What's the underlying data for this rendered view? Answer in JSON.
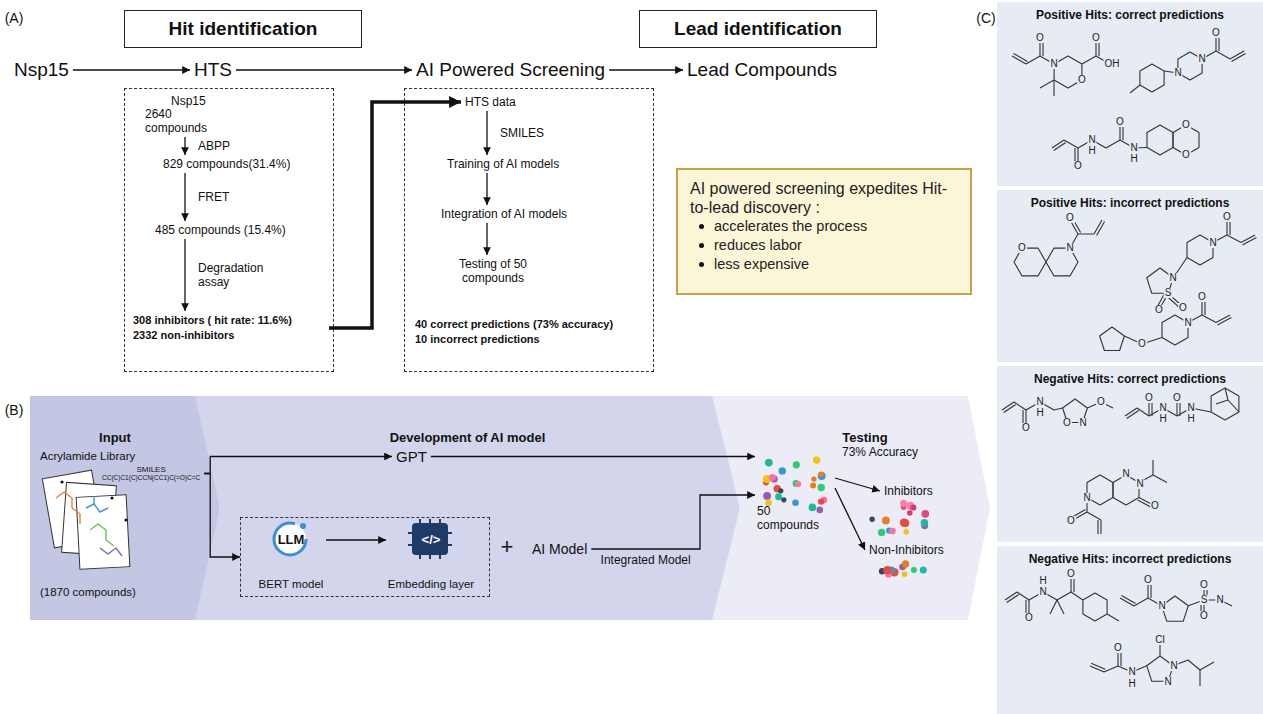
{
  "diagram": {
    "nodes": [
      {
        "text": [
          "Hit identification"
        ]
      },
      {
        "text": [
          "Lead identification"
        ]
      },
      {
        "text": [
          "Nsp15"
        ]
      },
      {
        "text": [
          "HTS"
        ]
      },
      {
        "text": [
          "AI Powered Screening"
        ]
      },
      {
        "text": [
          "Lead Compounds"
        ]
      },
      {
        "text": []
      },
      {
        "text": [
          "Nsp15"
        ],
        "in": 6
      },
      {
        "text": [
          "2640 compounds"
        ],
        "in": 6
      },
      {
        "text": [
          "829 compounds(31.4%)"
        ],
        "in": 6
      },
      {
        "text": [
          "485 compounds (15.4%)"
        ],
        "in": 6
      },
      {
        "text": [
          "308 inhibitors ( hit rate: 11.6%)",
          "2332 non-inhibitors"
        ],
        "in": 6
      },
      {
        "text": []
      },
      {
        "text": [
          "HTS data"
        ],
        "in": 12
      },
      {
        "text": [
          "Training of AI models"
        ],
        "in": 12
      },
      {
        "text": [
          "Integration of AI models"
        ],
        "in": 12
      },
      {
        "text": [
          "Testing of 50 compounds"
        ],
        "in": 12
      },
      {
        "text": [
          "40 correct predictions (73% accuracy)",
          "10 incorrect predictions"
        ],
        "in": 12
      },
      {
        "text": [
          "AI powered screening expedites Hit-to-lead discovery :",
          "accelerates the process",
          "reduces labor",
          "less expensive"
        ]
      },
      {
        "text": [
          "Input"
        ]
      },
      {
        "text": [
          "Acrylamide Library",
          "(1870 compounds)"
        ],
        "in": 19
      },
      {
        "text": [
          "SMILES",
          "CC(C)C1(C)CCN(CC1)C(=O)C=C"
        ],
        "in": 19
      },
      {
        "text": [
          "Development of AI model"
        ]
      },
      {
        "text": [
          "GPT"
        ],
        "in": 22
      },
      {
        "text": [],
        "in": 22
      },
      {
        "text": [
          "LLM",
          "BERT model"
        ],
        "in": 24
      },
      {
        "text": [
          "</>",
          "Embedding layer"
        ],
        "in": 24
      },
      {
        "text": [
          "AI Model"
        ],
        "in": 22
      },
      {
        "text": [
          "Testing"
        ]
      },
      {
        "text": [
          "50 compounds"
        ],
        "in": 28
      },
      {
        "text": [
          "Inhibitors"
        ],
        "in": 28
      },
      {
        "text": [
          "Non-Inhibitors"
        ],
        "in": 28
      },
      {
        "text": [
          "Positive Hits: correct predictions"
        ]
      },
      {
        "text": [
          "Positive Hits: incorrect predictions"
        ]
      },
      {
        "text": [
          "Negative Hits: correct predictions"
        ]
      },
      {
        "text": [
          "Negative Hits: incorrect predictions"
        ]
      }
    ],
    "edges": [
      {
        "from": 2,
        "to": 3,
        "arrow": "to"
      },
      {
        "from": 3,
        "to": 4,
        "arrow": "to"
      },
      {
        "from": 4,
        "to": 5,
        "arrow": "to"
      },
      {
        "from": 8,
        "to": 9,
        "label": "ABPP",
        "arrow": "to"
      },
      {
        "from": 9,
        "to": 10,
        "label": "FRET",
        "arrow": "to"
      },
      {
        "from": 10,
        "to": 11,
        "label": "Degradation assay",
        "arrow": "to"
      },
      {
        "from": 11,
        "to": 13,
        "arrow": "to"
      },
      {
        "from": 13,
        "to": 14,
        "label": "SMILES",
        "arrow": "to"
      },
      {
        "from": 14,
        "to": 15,
        "arrow": "to"
      },
      {
        "from": 15,
        "to": 16,
        "arrow": "to"
      },
      {
        "from": 21,
        "to": 23,
        "arrow": "to"
      },
      {
        "from": 21,
        "to": 24,
        "arrow": "to"
      },
      {
        "from": 25,
        "to": 26,
        "arrow": "to"
      },
      {
        "from": 23,
        "to": 29,
        "arrow": "to"
      },
      {
        "from": 27,
        "to": 29,
        "label": "Integrated Model",
        "arrow": "to"
      },
      {
        "from": 29,
        "to": 30,
        "arrow": "to"
      },
      {
        "from": 29,
        "to": 31,
        "arrow": "to"
      }
    ],
    "labels": [
      "(A)",
      "(B)",
      "(C)",
      "+",
      "73% Accuracy",
      "O",
      "N",
      "O",
      "O",
      "OH",
      "N",
      "N",
      "O",
      "O",
      "N",
      "H",
      "O",
      "N",
      "H",
      "O",
      "O",
      "O",
      "N",
      "O",
      "N",
      "O",
      "N",
      "S",
      "O",
      "O",
      "O",
      "N",
      "O",
      "O",
      "N",
      "H",
      "O",
      "N",
      "O",
      "O",
      "N",
      "H",
      "O",
      "N",
      "H",
      "O",
      "N",
      "N",
      "N",
      "O",
      "O",
      "N",
      "H",
      "O",
      "O",
      "N",
      "S",
      "O",
      "O",
      "N",
      "Cl",
      "N",
      "N",
      "N",
      "H",
      "O"
    ]
  }
}
